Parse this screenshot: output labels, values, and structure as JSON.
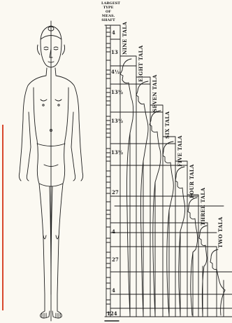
{
  "ruler": {
    "header_lines": [
      "LARGEST",
      "TYPE OF",
      "MEAS.",
      "SHAFT"
    ],
    "measures": [
      {
        "id": "m1",
        "text": "4"
      },
      {
        "id": "m2",
        "text": "13"
      },
      {
        "id": "m3",
        "text": "4½"
      },
      {
        "id": "m4",
        "text": "13½"
      },
      {
        "id": "m5",
        "text": "13½"
      },
      {
        "id": "m6",
        "text": "13½"
      },
      {
        "id": "m7",
        "text": "27"
      },
      {
        "id": "m8",
        "text": "4"
      },
      {
        "id": "m9",
        "text": "27"
      },
      {
        "id": "m10",
        "text": "4"
      },
      {
        "id": "m11",
        "text": "124"
      }
    ]
  },
  "columns": [
    {
      "id": "nine",
      "label": "NINE TALA"
    },
    {
      "id": "eight",
      "label": "EIGHT TALA"
    },
    {
      "id": "seven",
      "label": "SEVEN TALA"
    },
    {
      "id": "six",
      "label": "SIX TALA"
    },
    {
      "id": "five",
      "label": "FIVE TALA"
    },
    {
      "id": "four",
      "label": "FOUR TALA"
    },
    {
      "id": "three",
      "label": "THREE TALA"
    },
    {
      "id": "two",
      "label": "TWO TALA"
    }
  ]
}
